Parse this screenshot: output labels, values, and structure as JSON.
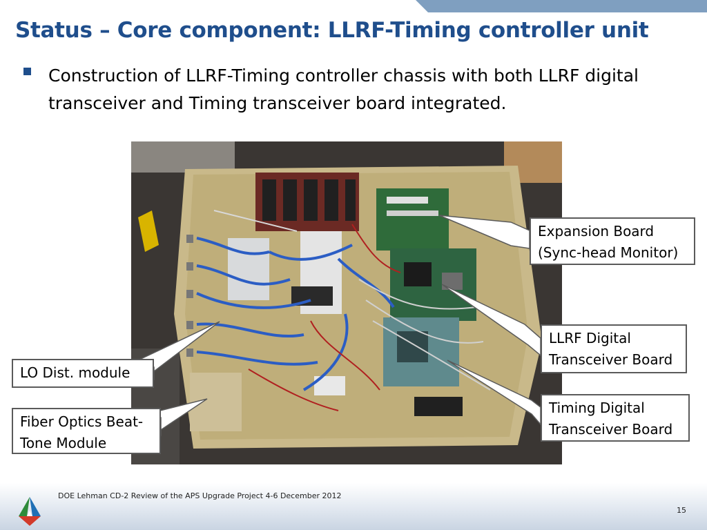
{
  "slide": {
    "title": "Status – Core component: LLRF-Timing controller unit",
    "bullet": "Construction of LLRF-Timing controller chassis with both LLRF digital transceiver and Timing transceiver board integrated.",
    "callouts": {
      "expansion_line1": "Expansion Board",
      "expansion_line2": "(Sync-head Monitor)",
      "llrf_line1": "LLRF Digital",
      "llrf_line2": "Transceiver Board",
      "lo": "LO Dist. module",
      "fiber_line1": "Fiber Optics Beat-",
      "fiber_line2": "Tone Module",
      "timing_line1": "Timing Digital",
      "timing_line2": "Transceiver Board"
    },
    "footer": "DOE Lehman CD-2 Review of the APS Upgrade Project    4-6 December  2012",
    "page_number": "15"
  },
  "colors": {
    "title": "#1f4e8c",
    "accent_band": "#7f9fc0",
    "callout_border": "#5a5a5a"
  },
  "icons": {
    "bullet": "square-bullet-icon",
    "logo": "argonne-triangle-logo-icon"
  }
}
